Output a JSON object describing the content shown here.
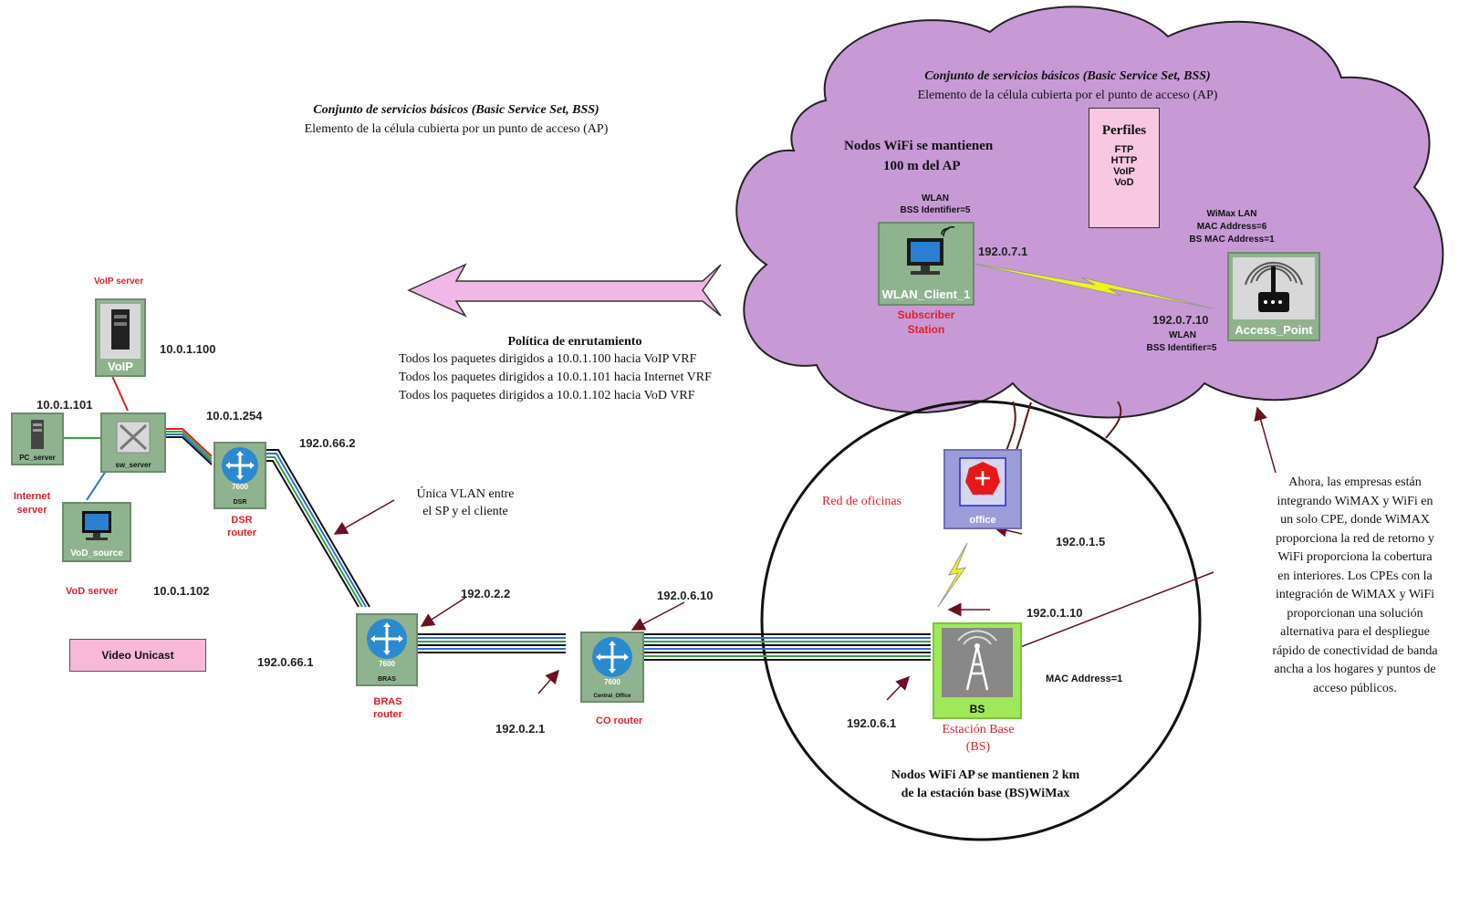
{
  "left_bss": {
    "title": "Conjunto de servicios básicos (Basic Service Set, BSS)",
    "subtitle": "Elemento de la célula cubierta por un punto de acceso (AP)"
  },
  "cloud": {
    "title": "Conjunto de servicios básicos (Basic Service Set, BSS)",
    "subtitle": "Elemento de la célula cubierta por el punto de acceso (AP)",
    "wifi_range_1": "Nodos WiFi se mantienen",
    "wifi_range_2": "100 m del AP",
    "profiles_title": "Perfiles",
    "profiles": [
      "FTP",
      "HTTP",
      "VoIP",
      "VoD"
    ],
    "wlan_client": {
      "line1": "WLAN",
      "line2": "BSS Identifier=5",
      "name": "WLAN_Client_1",
      "role1": "Subscriber",
      "role2": "Station",
      "ip": "192.0.7.1"
    },
    "access_point": {
      "line1": "WiMax LAN",
      "line2": "MAC Address=6",
      "line3": "BS MAC Address=1",
      "name": "Access_Point",
      "ip": "192.0.7.10",
      "wlan1": "WLAN",
      "wlan2": "BSS Identifier=5"
    }
  },
  "servers": {
    "voip_title": "VoIP server",
    "voip_name": "VoIP",
    "voip_ip": "10.0.1.100",
    "pc_ip": "10.0.1.101",
    "pc_name": "PC_server",
    "internet_label_1": "Internet",
    "internet_label_2": "server",
    "switch_name": "sw_server",
    "vod_name": "VoD_source",
    "vod_title": "VoD server",
    "vod_ip": "10.0.1.102",
    "video_unicast": "Video Unicast"
  },
  "dsr": {
    "ip": "10.0.1.254",
    "wan_ip": "192.0.66.2",
    "chip": "7600",
    "tag": "DSR",
    "label1": "DSR",
    "label2": "router"
  },
  "bras": {
    "ip_left": "192.0.66.1",
    "ip_right": "192.0.2.2",
    "chip": "7600",
    "tag": "BRAS",
    "label1": "BRAS",
    "label2": "router"
  },
  "co": {
    "ip_left": "192.0.2.1",
    "ip_right": "192.0.6.10",
    "chip": "7600",
    "tag": "Central_Office",
    "label": "CO router"
  },
  "vlan_note": {
    "line1": "Única VLAN entre",
    "line2": "el SP y el cliente"
  },
  "routing": {
    "title": "Política de enrutamiento",
    "lines": [
      "Todos los paquetes dirigidos a 10.0.1.100 hacia VoIP VRF",
      "Todos los paquetes dirigidos a 10.0.1.101 hacia Internet VRF",
      "Todos los paquetes dirigidos a 10.0.1.102 hacia VoD VRF"
    ]
  },
  "office": {
    "label": "Red de oficinas",
    "name": "office",
    "ip": "192.0.1.5"
  },
  "bs": {
    "ip_top": "192.0.1.10",
    "ip_bottom": "192.0.6.1",
    "mac": "MAC Address=1",
    "name": "BS",
    "label1": "Estación Base",
    "label2": "(BS)",
    "range_1": "Nodos WiFi AP se mantienen 2 km",
    "range_2": "de la estación base (BS)WiMax"
  },
  "right_note": [
    "Ahora, las empresas están",
    "integrando WiMAX y WiFi en",
    "un solo CPE, donde WiMAX",
    "proporciona la red de retorno y",
    "WiFi proporciona la cobertura",
    "en interiores. Los CPEs con la",
    "integración de WiMAX y WiFi",
    "proporcionan una solución",
    "alternativa para el despliegue",
    "rápido de conectividad de banda",
    "ancha a los hogares y puntos de",
    "acceso públicos."
  ],
  "colors": {
    "cloud": "#c79ad6",
    "arrow": "#f0b8e6",
    "node": "#8fb38f",
    "bs_green": "#9ee85a",
    "office": "#9c9cd8",
    "label_red": "#e0202a",
    "bolt": "#f2f21a"
  }
}
